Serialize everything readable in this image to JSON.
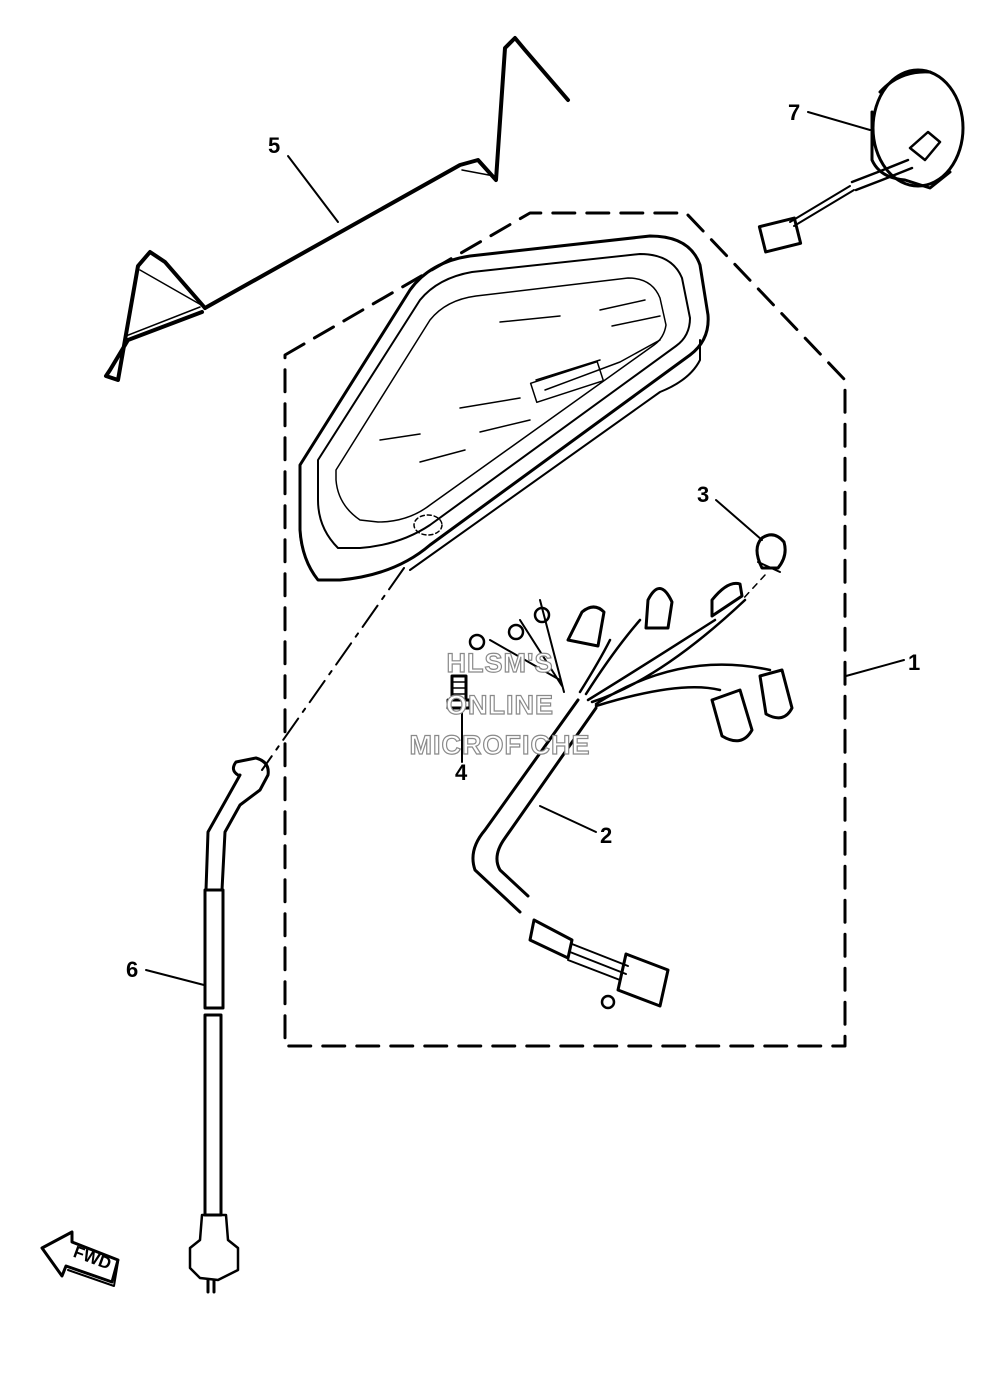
{
  "callouts": [
    {
      "id": "1",
      "text": "1"
    },
    {
      "id": "2",
      "text": "2"
    },
    {
      "id": "3",
      "text": "3"
    },
    {
      "id": "4",
      "text": "4"
    },
    {
      "id": "5",
      "text": "5"
    },
    {
      "id": "6",
      "text": "6"
    },
    {
      "id": "7",
      "text": "7"
    }
  ],
  "watermark": {
    "line1": "HLSM'S",
    "line2": "ONLINE",
    "line3": "MICROFICHE"
  },
  "fwd_arrow": {
    "label": "FWD",
    "icon": "fwd-arrow-icon"
  },
  "colors": {
    "ink": "#000000",
    "paper": "#ffffff",
    "watermark_outline": "#8a8a8a"
  }
}
